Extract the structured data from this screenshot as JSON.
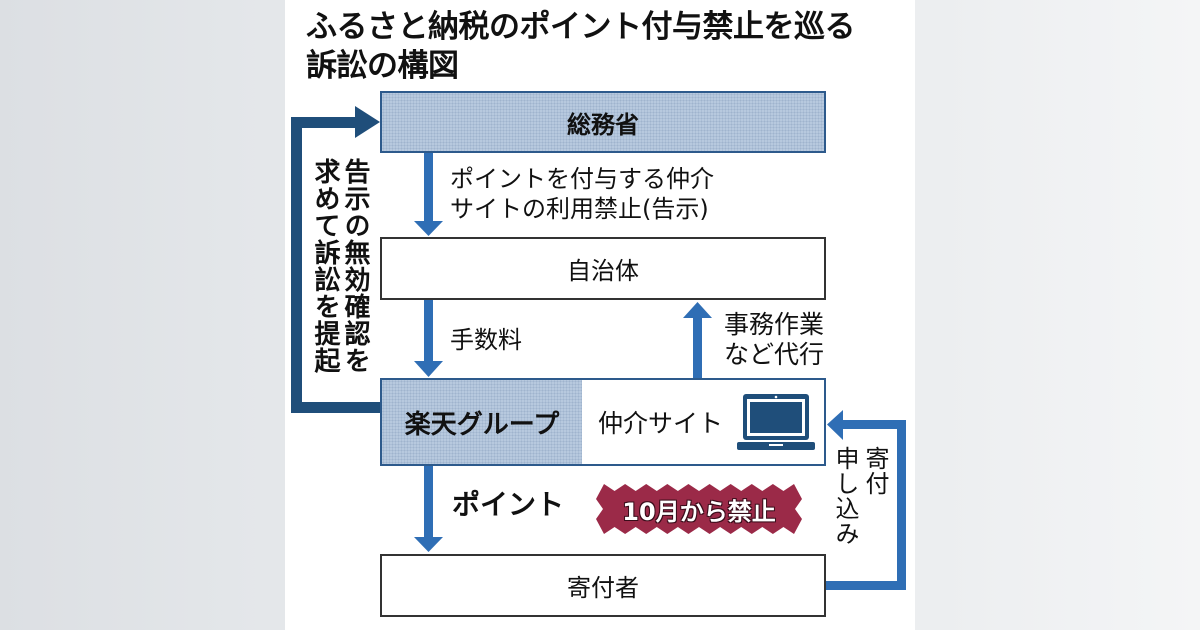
{
  "title": {
    "line1": "ふるさと納税のポイント付与禁止を巡る",
    "line2": "訴訟の構図"
  },
  "nodes": {
    "soumu": "総務省",
    "jichitai": "自治体",
    "rakuten": "楽天グループ",
    "site": "仲介サイト",
    "kifusha": "寄付者"
  },
  "flows": {
    "soumu_to_jichitai": {
      "line1": "ポイントを付与する仲介",
      "line2": "サイトの利用禁止(告示)"
    },
    "jichitai_to_rakuten": "手数料",
    "rakuten_to_jichitai": {
      "line1": "事務作業",
      "line2": "など代行"
    },
    "rakuten_to_kifusha": "ポイント",
    "kifusha_to_site": {
      "col1": "寄付",
      "col2": "申し込み"
    },
    "rakuten_to_soumu": {
      "col1": "告示の無効確認を",
      "col2": "求めて訴訟を提起"
    }
  },
  "badge": {
    "text": "10月から禁止",
    "color": "#9b2a48"
  },
  "icons": {
    "site_icon": "laptop-icon"
  },
  "colors": {
    "arrow_dark": "#1f4e7a",
    "arrow_medium": "#2f6eb5",
    "box_shade": "#b7c9de"
  }
}
